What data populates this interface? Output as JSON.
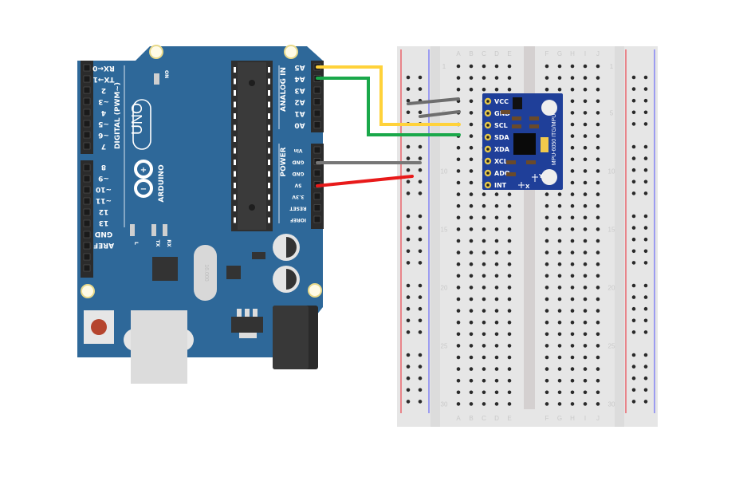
{
  "diagram": {
    "title": "Arduino UNO + MPU-6050 wiring (breadboard view)"
  },
  "arduino": {
    "logo_text": "ARDUINO",
    "model": "UNO",
    "on_label": "ON",
    "digital_header_label": "DIGITAL (PWM~)",
    "analog_header_label": "ANALOG IN",
    "power_header_label": "POWER",
    "led_labels": [
      "L",
      "TX",
      "RX"
    ],
    "crystal_label": "16.000",
    "digital_pins_top": [
      "RX←0",
      "TX→1",
      "2",
      "~3",
      "4",
      "~5",
      "~6",
      "7"
    ],
    "digital_pins_bottom": [
      "8",
      "~9",
      "~10",
      "~11",
      "12",
      "13",
      "GND",
      "AREF"
    ],
    "analog_pins": [
      "A5",
      "A4",
      "A3",
      "A2",
      "A1",
      "A0"
    ],
    "power_pins": [
      "Vin",
      "GND",
      "GND",
      "5V",
      "3.3V",
      "RESET",
      "IOREF"
    ],
    "colors": {
      "board": "#2e6899",
      "header": "#2b2b2b",
      "chip": "#3a3a3a"
    }
  },
  "breadboard": {
    "columns_left": [
      "A",
      "B",
      "C",
      "D",
      "E"
    ],
    "columns_right": [
      "F",
      "G",
      "H",
      "I",
      "J"
    ],
    "row_numbers": [
      "1",
      "5",
      "10",
      "15",
      "20",
      "25",
      "30"
    ],
    "colors": {
      "body": "#e6e6e6",
      "rail_positive": "#e8848a",
      "rail_negative": "#9c9cf0"
    }
  },
  "mpu6050": {
    "name": "MPU-6050 ITG/MPU",
    "pins": [
      "VCC",
      "GND",
      "SCL",
      "SDA",
      "XDA",
      "XCL",
      "ADO",
      "INT"
    ],
    "axis_labels": [
      "Y",
      "X"
    ],
    "color": "#1f3f99"
  },
  "wires": [
    {
      "name": "scl-wire",
      "from": "A5",
      "to": "MPU SCL",
      "color": "#ffd23a"
    },
    {
      "name": "sda-wire",
      "from": "A4",
      "to": "MPU SDA",
      "color": "#1aa84a"
    },
    {
      "name": "gnd-wire",
      "from": "GND",
      "to": "GND rail",
      "color": "#777777"
    },
    {
      "name": "5v-wire",
      "from": "5V",
      "to": "+ rail",
      "color": "#e81a1a"
    },
    {
      "name": "vcc-jumper",
      "from": "+ rail",
      "to": "MPU VCC",
      "color": "#6e6e6e"
    },
    {
      "name": "gnd-jumper",
      "from": "GND rail",
      "to": "MPU GND",
      "color": "#6e6e6e"
    }
  ]
}
